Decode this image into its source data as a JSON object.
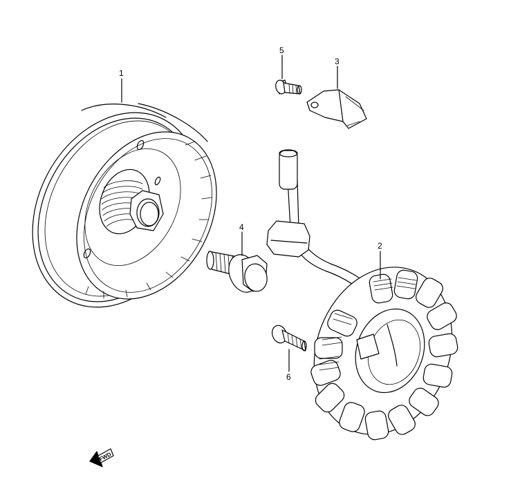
{
  "callouts": {
    "flywheel": "1",
    "stator": "2",
    "clamp": "3",
    "flywheel_bolt": "4",
    "clamp_screw": "5",
    "stator_screw": "6"
  },
  "direction_badge": "FWD"
}
